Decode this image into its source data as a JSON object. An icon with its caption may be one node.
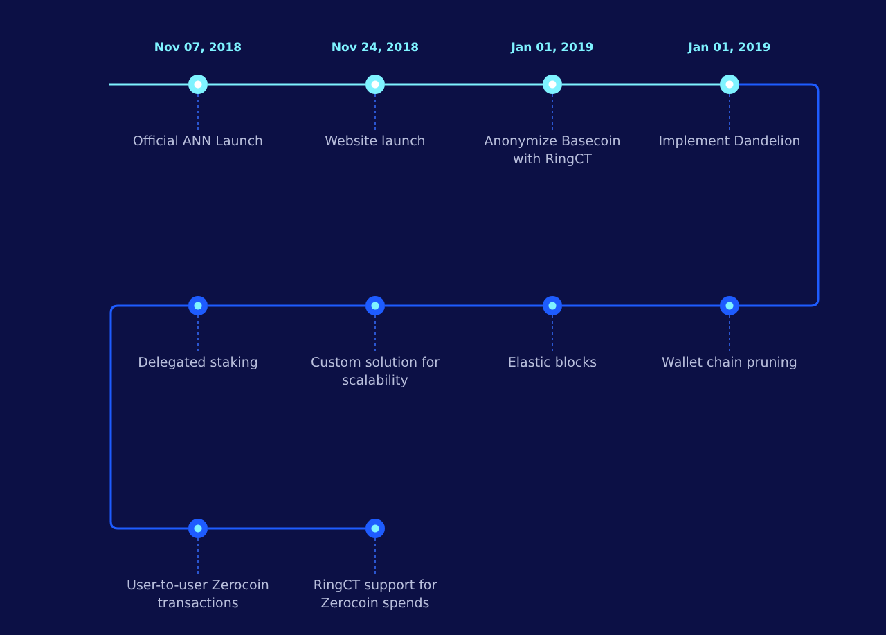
{
  "diagram": {
    "nodes": [
      {
        "text": [],
        "shape": "circle",
        "beside": [
          "Nov 07, 2018"
        ]
      },
      {
        "text": [],
        "shape": "circle",
        "beside": [
          "Nov 24, 2018"
        ]
      },
      {
        "text": [],
        "shape": "circle",
        "beside": [
          "Jan 01, 2019"
        ]
      },
      {
        "text": [],
        "shape": "circle",
        "beside": [
          "Jan 01, 2019"
        ]
      },
      {
        "text": [],
        "shape": "circle"
      },
      {
        "text": [],
        "shape": "circle"
      },
      {
        "text": [],
        "shape": "circle"
      },
      {
        "text": [],
        "shape": "circle"
      },
      {
        "text": [],
        "shape": "circle"
      },
      {
        "text": [],
        "shape": "circle"
      },
      {
        "text": [
          "Official ANN Launch"
        ]
      },
      {
        "text": [
          "Website launch"
        ]
      },
      {
        "text": [
          "Anonymize Basecoin with RingCT"
        ]
      },
      {
        "text": [
          "Implement Dandelion"
        ]
      },
      {
        "text": [
          "Wallet chain pruning"
        ]
      },
      {
        "text": [
          "Elastic blocks"
        ]
      },
      {
        "text": [
          "Custom solution for scalability"
        ]
      },
      {
        "text": [
          "Delegated staking"
        ]
      },
      {
        "text": [
          "User-to-user Zerocoin transactions"
        ]
      },
      {
        "text": [
          "RingCT support for Zerocoin spends"
        ]
      }
    ],
    "edges": [
      {
        "from": null,
        "to": 0,
        "arrow": "none",
        "color": "#7ff3ff"
      },
      {
        "from": 0,
        "to": 1,
        "arrow": "none",
        "color": "#7ff3ff"
      },
      {
        "from": 1,
        "to": 2,
        "arrow": "none",
        "color": "#7ff3ff"
      },
      {
        "from": 2,
        "to": 3,
        "arrow": "none",
        "color": "#7ff3ff"
      },
      {
        "from": 3,
        "to": 4,
        "arrow": "none"
      },
      {
        "from": 4,
        "to": 5,
        "arrow": "none"
      },
      {
        "from": 5,
        "to": 6,
        "arrow": "none"
      },
      {
        "from": 6,
        "to": 7,
        "arrow": "none"
      },
      {
        "from": 7,
        "to": 8,
        "arrow": "none"
      },
      {
        "from": 8,
        "to": 9,
        "arrow": "none"
      },
      {
        "from": 10,
        "to": 0,
        "arrow": "none",
        "style": "dashed"
      },
      {
        "from": 11,
        "to": 1,
        "arrow": "none",
        "style": "dashed"
      },
      {
        "from": 12,
        "to": 2,
        "arrow": "none",
        "style": "dashed"
      },
      {
        "from": 13,
        "to": 3,
        "arrow": "none",
        "style": "dashed"
      },
      {
        "from": 14,
        "to": 4,
        "arrow": "none",
        "style": "dashed"
      },
      {
        "from": 15,
        "to": 5,
        "arrow": "none",
        "style": "dashed"
      },
      {
        "from": 16,
        "to": 6,
        "arrow": "none",
        "style": "dashed"
      },
      {
        "from": 17,
        "to": 7,
        "arrow": "none",
        "style": "dashed"
      },
      {
        "from": 18,
        "to": 8,
        "arrow": "none",
        "style": "dashed"
      },
      {
        "from": 19,
        "to": 9,
        "arrow": "none",
        "style": "dashed"
      }
    ]
  }
}
